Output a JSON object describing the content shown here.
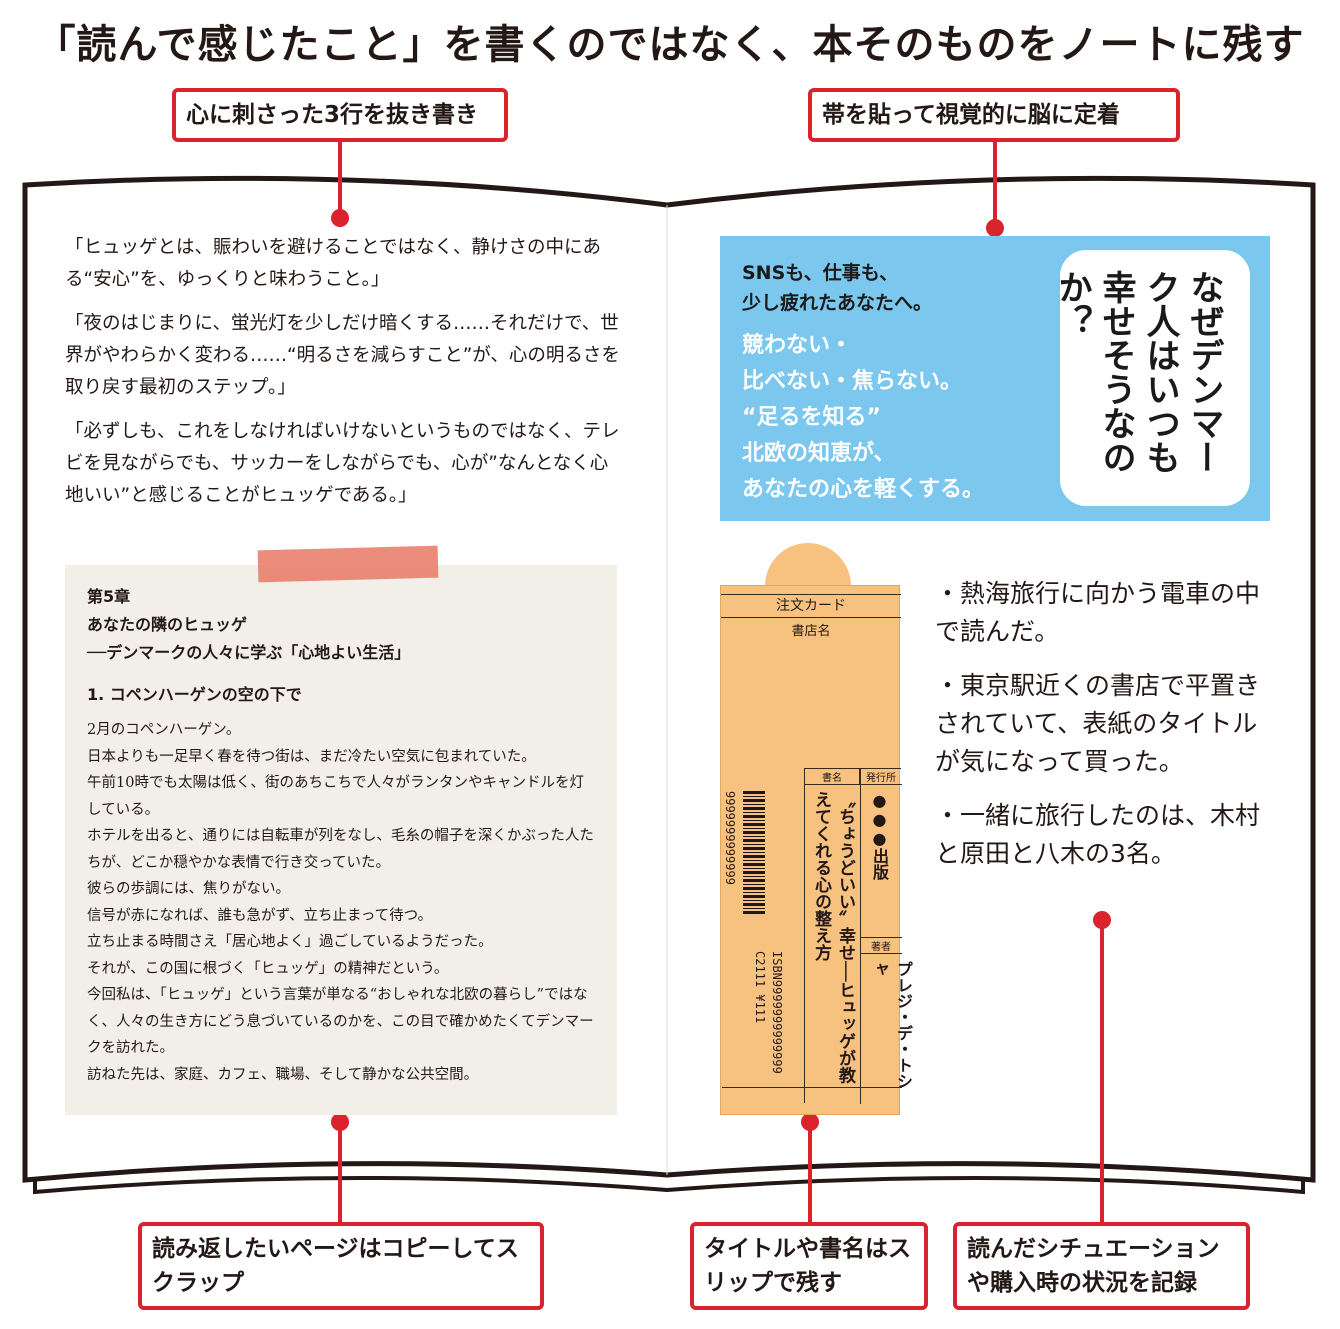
{
  "title": "「読んで感じたこと」を書くのではなく、本そのものをノートに残す",
  "labels": {
    "top_left": "心に刺さった3行を抜き書き",
    "top_right": "帯を貼って視覚的に脳に定着",
    "bottom_left": "読み返したいページはコピーしてスクラップ",
    "bottom_middle": "タイトルや書名はスリップで残す",
    "bottom_right": "読んだシチュエーションや購入時の状況を記録"
  },
  "quotes": [
    "「ヒュッゲとは、賑わいを避けることではなく、静けさの中にある“安心”を、ゆっくりと味わうこと。」",
    "「夜のはじまりに、蛍光灯を少しだけ暗くする……それだけで、世界がやわらかく変わる……“明るさを減らすこと”が、心の明るさを取り戻す最初のステップ。」",
    "「必ずしも、これをしなければいけないというものではなく、テレビを見ながらでも、サッカーをしながらでも、心が”なんとなく心地いい”と感じることがヒュッゲである。」"
  ],
  "scrap": {
    "chapter": "第5章",
    "chapter_title": "あなたの隣のヒュッゲ",
    "chapter_sub": "──デンマークの人々に学ぶ「心地よい生活」",
    "section": "1. コペンハーゲンの空の下で",
    "body": [
      "2月のコペンハーゲン。",
      "日本よりも一足早く春を待つ街は、まだ冷たい空気に包まれていた。",
      "午前10時でも太陽は低く、街のあちこちで人々がランタンやキャンドルを灯している。",
      "ホテルを出ると、通りには自転車が列をなし、毛糸の帽子を深くかぶった人たちが、どこか穏やかな表情で行き交っていた。",
      "彼らの歩調には、焦りがない。",
      "信号が赤になれば、誰も急がず、立ち止まって待つ。",
      "立ち止まる時間さえ「居心地よく」過ごしているようだった。",
      "それが、この国に根づく「ヒュッゲ」の精神だという。",
      "今回私は、「ヒュッゲ」という言葉が単なる“おしゃれな北欧の暮らし”ではなく、人々の生き方にどう息づいているのかを、この目で確かめたくてデンマークを訪れた。",
      "訪ねた先は、家庭、カフェ、職場、そして静かな公共空間。"
    ]
  },
  "obi": {
    "sub": [
      "SNSも、仕事も、",
      "少し疲れたあなたへ。"
    ],
    "main": [
      "競わない・",
      "比べない・焦らない。",
      "“足るを知る”",
      "北欧の知恵が、",
      "あなたの心を軽くする。"
    ],
    "bubble": "なぜデンマーク人はいつも幸せそうなのか？"
  },
  "slip": {
    "header": "注文カード",
    "store": "書店名",
    "title_label": "書名",
    "publisher_label": "発行所",
    "author_label": "著者",
    "title": "〝ちょうどいい〟幸せ──ヒュッゲが教えてくれる心の整え方",
    "publisher": "●●●出版",
    "author": "プレジ・デ・トシャ",
    "barcode_number": "9999999999999",
    "isbn": "ISBN9999999999999",
    "code": "C2111 ¥111"
  },
  "notes": [
    "・熱海旅行に向かう電車の中で読んだ。",
    "・東京駅近くの書店で平置きされていて、表紙のタイトルが気になって買った。",
    "・一緒に旅行したのは、木村と原田と八木の3名。"
  ],
  "colors": {
    "accent": "#d9232d",
    "obi": "#7cc7ee",
    "slip": "#f7c27f",
    "tape": "#e9806e"
  }
}
